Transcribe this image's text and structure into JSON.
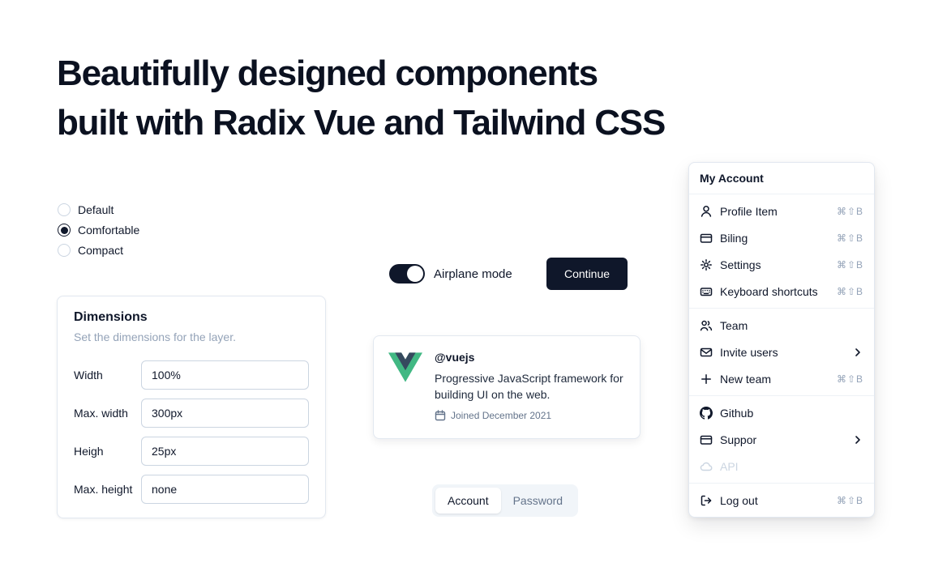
{
  "heading": {
    "line1": "Beautifully designed components",
    "line2": "built with Radix Vue and Tailwind CSS"
  },
  "radio": {
    "options": [
      {
        "label": "Default",
        "selected": false
      },
      {
        "label": "Comfortable",
        "selected": true
      },
      {
        "label": "Compact",
        "selected": false
      }
    ]
  },
  "switch_row": {
    "label": "Airplane mode",
    "state": "on"
  },
  "buttons": {
    "continue": "Continue"
  },
  "dims": {
    "title": "Dimensions",
    "subtitle": "Set the dimensions for the layer.",
    "fields": [
      {
        "label": "Width",
        "value": "100%"
      },
      {
        "label": "Max. width",
        "value": "300px"
      },
      {
        "label": "Heigh",
        "value": "25px"
      },
      {
        "label": "Max. height",
        "value": "none"
      }
    ]
  },
  "hover": {
    "handle": "@vuejs",
    "description": "Progressive JavaScript framework for building UI on the web.",
    "joined": "Joined December 2021"
  },
  "tabs": {
    "items": [
      {
        "label": "Account",
        "active": true
      },
      {
        "label": "Password",
        "active": false
      }
    ]
  },
  "menu": {
    "title": "My Account",
    "groups": [
      [
        {
          "label": "Profile Item",
          "icon": "user-icon",
          "shortcut": "⌘⇧B"
        },
        {
          "label": "Biling",
          "icon": "credit-card-icon",
          "shortcut": "⌘⇧B"
        },
        {
          "label": "Settings",
          "icon": "gear-icon",
          "shortcut": "⌘⇧B"
        },
        {
          "label": "Keyboard shortcuts",
          "icon": "keyboard-icon",
          "shortcut": "⌘⇧B"
        }
      ],
      [
        {
          "label": "Team",
          "icon": "users-icon"
        },
        {
          "label": "Invite users",
          "icon": "mail-icon",
          "submenu": true
        },
        {
          "label": "New team",
          "icon": "plus-icon",
          "shortcut": "⌘⇧B"
        }
      ],
      [
        {
          "label": "Github",
          "icon": "github-icon"
        },
        {
          "label": "Suppor",
          "icon": "card-icon",
          "submenu": true
        },
        {
          "label": "API",
          "icon": "cloud-icon",
          "disabled": true
        }
      ],
      [
        {
          "label": "Log out",
          "icon": "logout-icon",
          "shortcut": "⌘⇧B"
        }
      ]
    ]
  },
  "colors": {
    "foreground": "#0f172a",
    "border": "#e2e8f0",
    "muted": "#94a3b8",
    "tab_bg": "#f1f5f9",
    "vue_green": "#41b883",
    "vue_dark": "#35495e"
  }
}
